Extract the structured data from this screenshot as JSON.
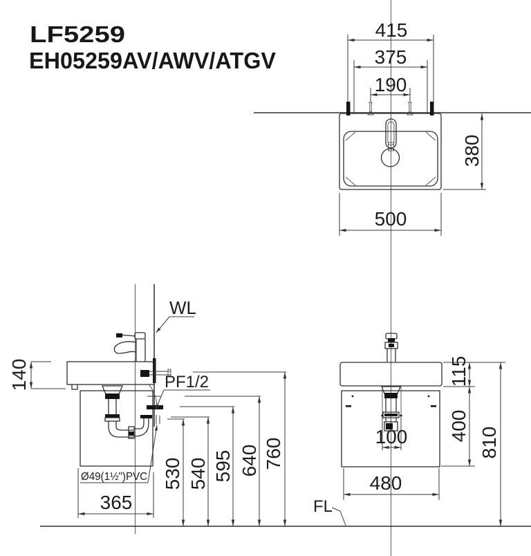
{
  "product": {
    "code": "LF5259",
    "models": "EH05259AV/AWV/ATGV"
  },
  "top_view": {
    "dim_mount_bolt_spacing": "415",
    "dim_back_width": "375",
    "dim_faucet_hole_spacing": "190",
    "dim_depth": "380",
    "dim_width": "500"
  },
  "side_view": {
    "wall_line_label": "WL",
    "supply_label": "PF1/2",
    "drain_pipe_label": "Ø49(1½\")PVC",
    "dim_rim_thickness": "140",
    "dim_height_530": "530",
    "dim_height_540": "540",
    "dim_height_595": "595",
    "dim_height_640": "640",
    "dim_height_760": "760",
    "dim_depth": "365"
  },
  "front_view": {
    "dim_basin_height": "115",
    "dim_cabinet_height": "400",
    "dim_total_height": "810",
    "dim_drain_offset": "100",
    "dim_cabinet_width": "480",
    "floor_line_label": "FL"
  }
}
